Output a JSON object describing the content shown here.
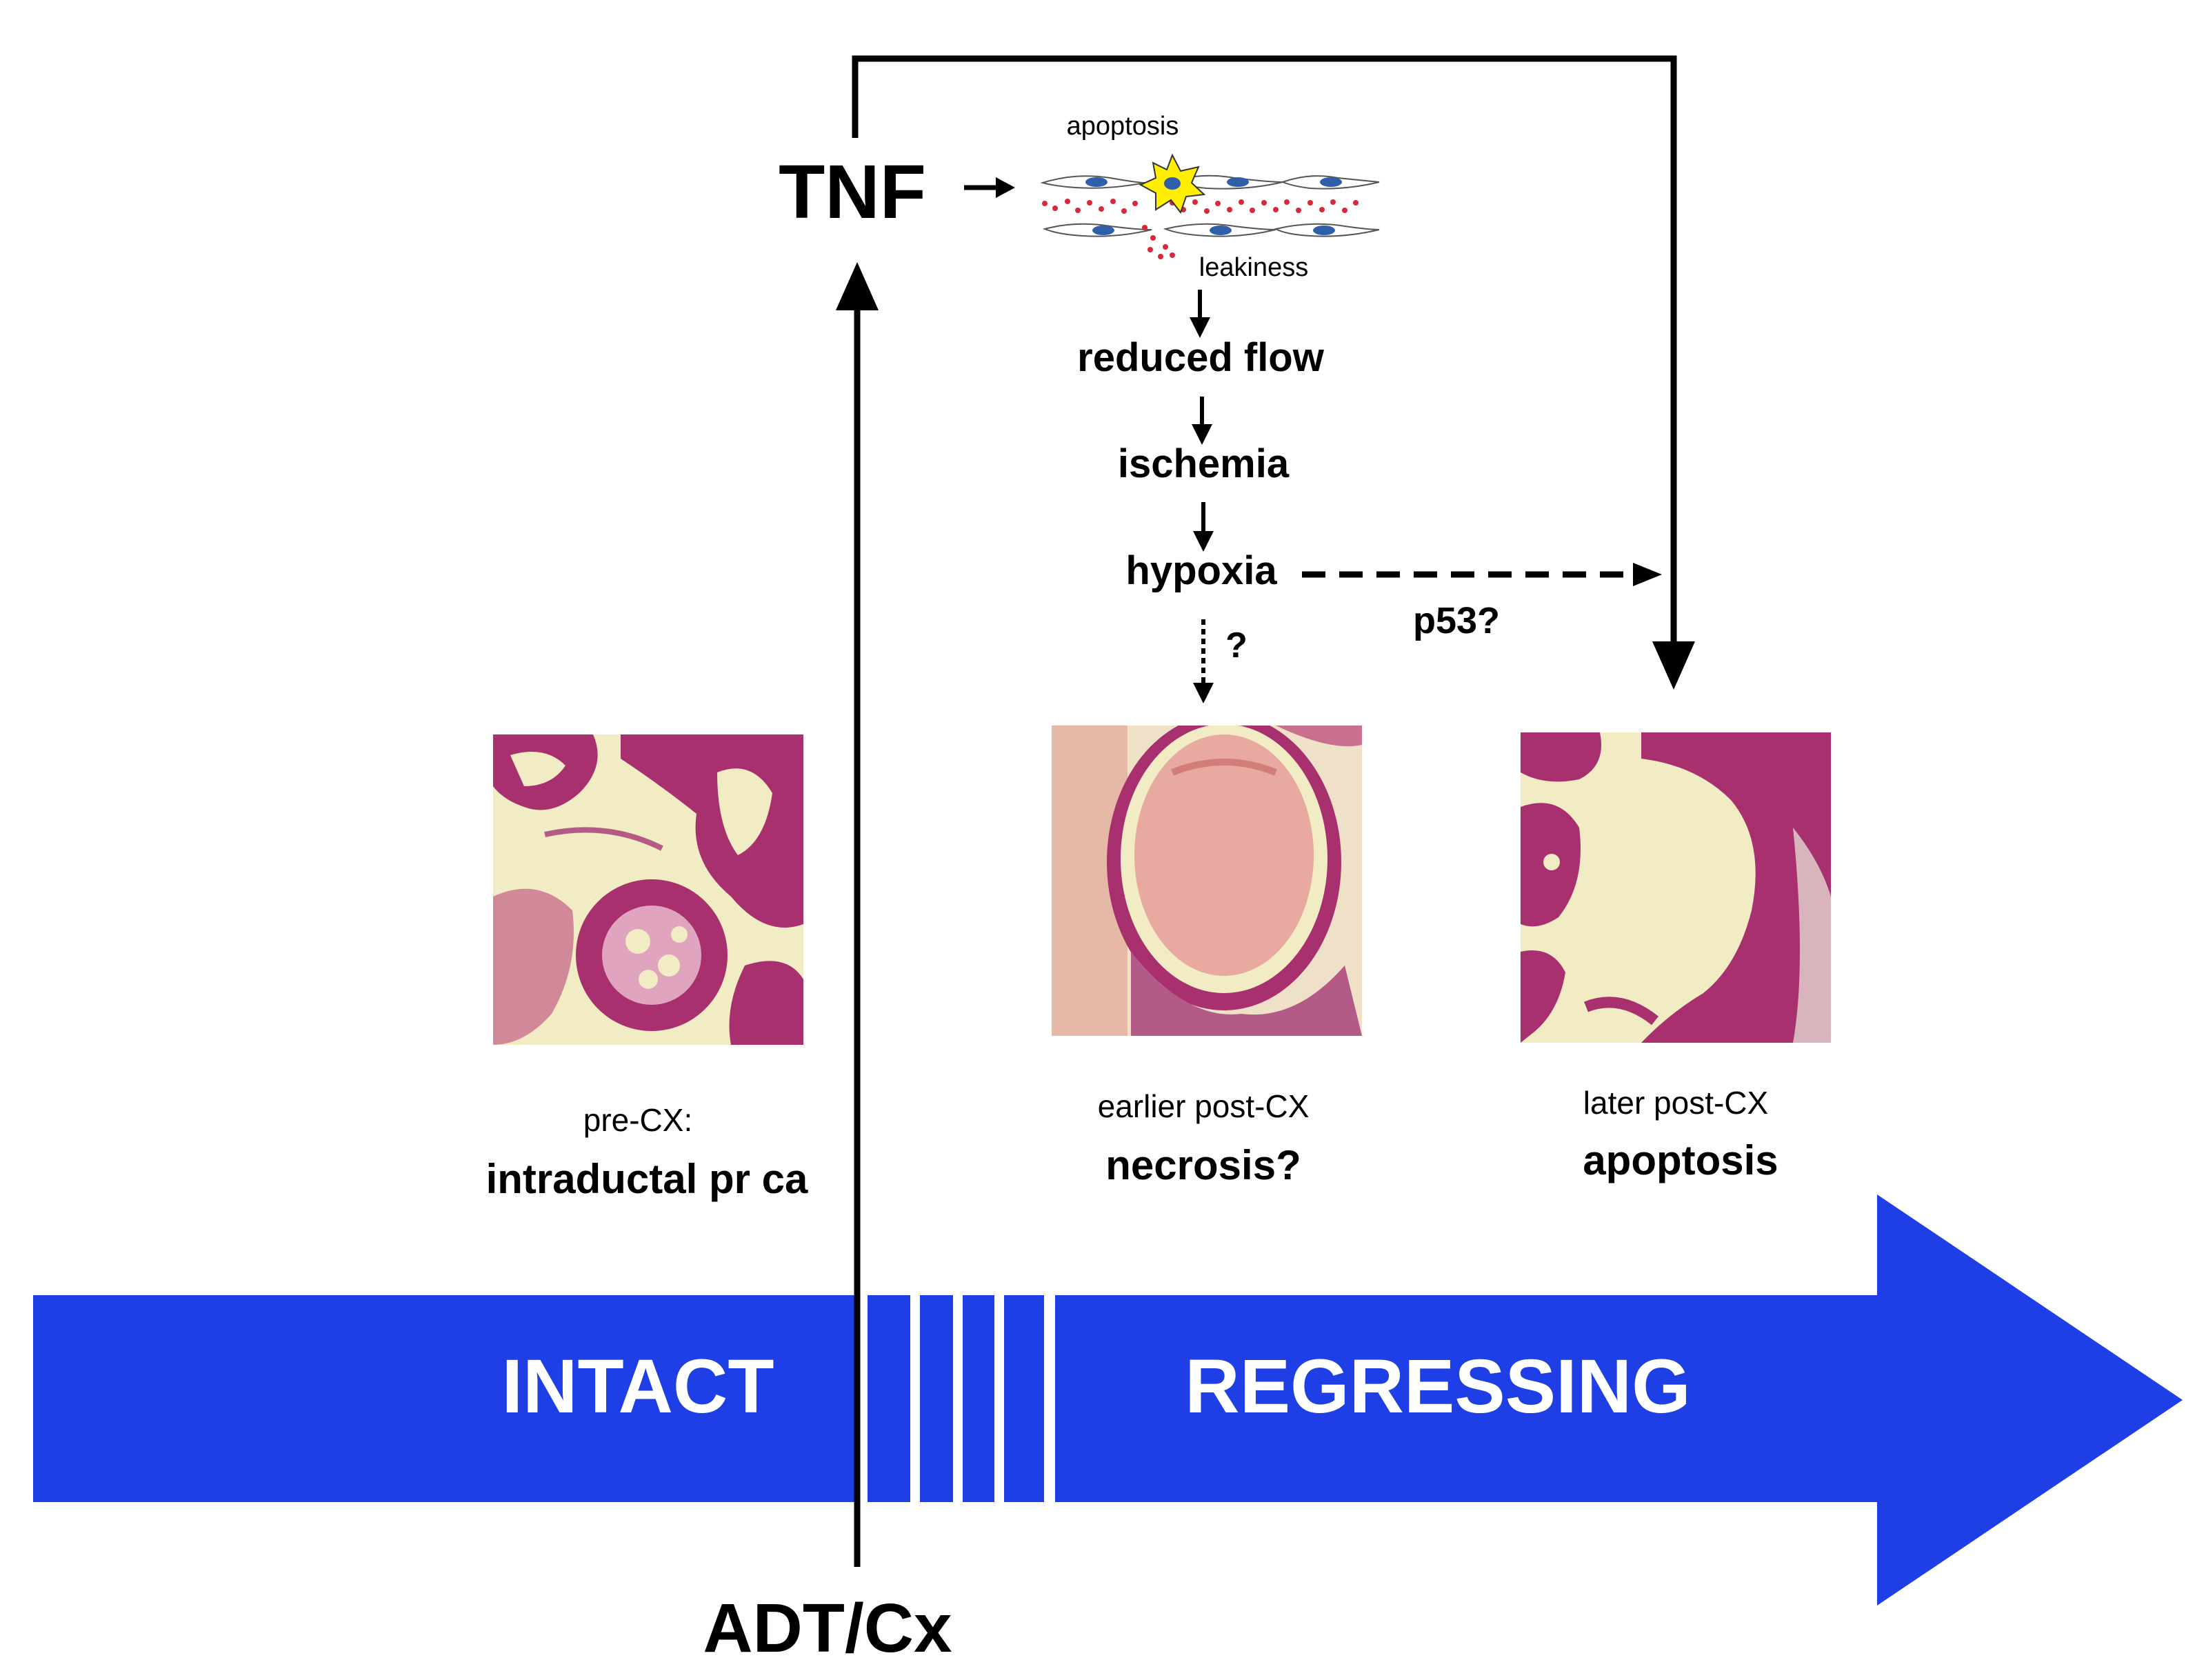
{
  "colors": {
    "band": "#1e3ee6",
    "band_text": "#ffffff",
    "line": "#000000",
    "blood": "#d8283c",
    "apoptosis_star": "#ffee00",
    "nucleus": "#2f5fa8",
    "tissue_bg": "#f1ecc4",
    "tissue_stain": "#a8306e",
    "tissue_necrotic": "#e7a9a0"
  },
  "labels": {
    "tnf": "TNF",
    "adt": "ADT/Cx",
    "apoptosis_small": "apoptosis",
    "leakiness": "leakiness",
    "reduced_flow": "reduced flow",
    "ischemia": "ischemia",
    "hypoxia": "hypoxia",
    "question": "?",
    "p53": "p53?"
  },
  "panels": [
    {
      "caption": "pre-CX:",
      "title": "intraductal pr ca",
      "image_icon": "histology-intact-icon"
    },
    {
      "caption": "earlier post-CX",
      "title": "necrosis?",
      "image_icon": "histology-necrosis-icon"
    },
    {
      "caption": "later post-CX",
      "title": "apoptosis",
      "image_icon": "histology-apoptosis-icon"
    }
  ],
  "band": {
    "left_label": "INTACT",
    "right_label": "REGRESSING"
  }
}
